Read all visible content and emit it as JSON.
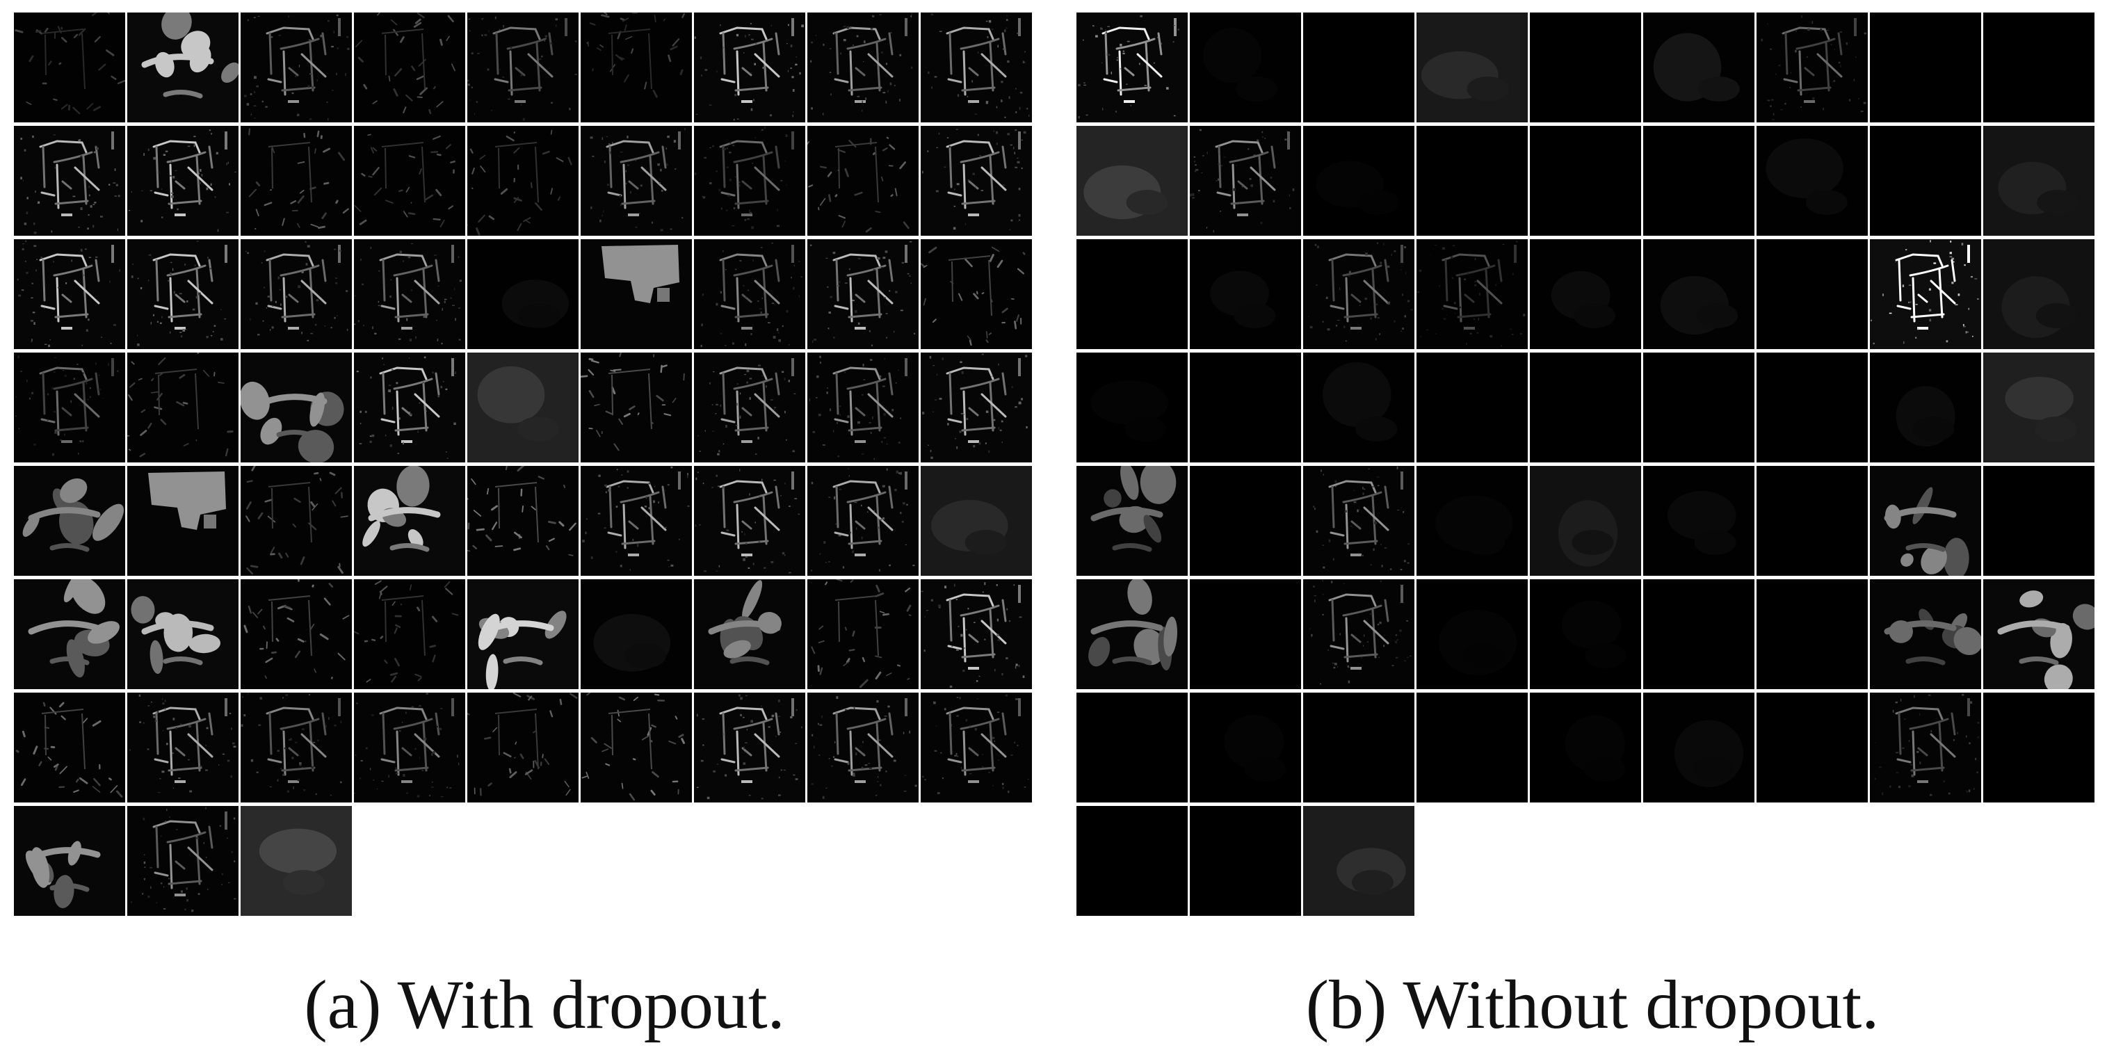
{
  "figure": {
    "background": "#ffffff",
    "grid_line_color": "#ffffff",
    "panels": [
      {
        "id": "a",
        "caption": "(a) With dropout.",
        "columns": 9,
        "tiles": [
          {
            "b": 0.1,
            "s": "edges"
          },
          {
            "b": 0.3,
            "s": "blob"
          },
          {
            "b": 0.22,
            "s": "chair"
          },
          {
            "b": 0.12,
            "s": "edges"
          },
          {
            "b": 0.18,
            "s": "chair"
          },
          {
            "b": 0.1,
            "s": "edges"
          },
          {
            "b": 0.3,
            "s": "chair"
          },
          {
            "b": 0.24,
            "s": "chair"
          },
          {
            "b": 0.26,
            "s": "chair"
          },
          {
            "b": 0.28,
            "s": "chair"
          },
          {
            "b": 0.3,
            "s": "chair"
          },
          {
            "b": 0.14,
            "s": "edges"
          },
          {
            "b": 0.12,
            "s": "edges"
          },
          {
            "b": 0.12,
            "s": "edges"
          },
          {
            "b": 0.24,
            "s": "chair"
          },
          {
            "b": 0.16,
            "s": "chair"
          },
          {
            "b": 0.14,
            "s": "edges"
          },
          {
            "b": 0.28,
            "s": "chair"
          },
          {
            "b": 0.3,
            "s": "chair"
          },
          {
            "b": 0.3,
            "s": "chair"
          },
          {
            "b": 0.26,
            "s": "chair"
          },
          {
            "b": 0.24,
            "s": "chair"
          },
          {
            "b": 0.06,
            "s": "faint"
          },
          {
            "b": 0.26,
            "s": "patch"
          },
          {
            "b": 0.2,
            "s": "chair"
          },
          {
            "b": 0.28,
            "s": "chair"
          },
          {
            "b": 0.16,
            "s": "edges"
          },
          {
            "b": 0.16,
            "s": "chair"
          },
          {
            "b": 0.14,
            "s": "edges"
          },
          {
            "b": 0.22,
            "s": "blob"
          },
          {
            "b": 0.3,
            "s": "chair"
          },
          {
            "b": 0.24,
            "s": "smooth"
          },
          {
            "b": 0.18,
            "s": "edges"
          },
          {
            "b": 0.24,
            "s": "chair"
          },
          {
            "b": 0.22,
            "s": "chair"
          },
          {
            "b": 0.28,
            "s": "chair"
          },
          {
            "b": 0.2,
            "s": "blob"
          },
          {
            "b": 0.26,
            "s": "patch"
          },
          {
            "b": 0.14,
            "s": "edges"
          },
          {
            "b": 0.3,
            "s": "blob"
          },
          {
            "b": 0.18,
            "s": "edges"
          },
          {
            "b": 0.26,
            "s": "chair"
          },
          {
            "b": 0.28,
            "s": "chair"
          },
          {
            "b": 0.26,
            "s": "chair"
          },
          {
            "b": 0.18,
            "s": "smooth"
          },
          {
            "b": 0.22,
            "s": "blob"
          },
          {
            "b": 0.28,
            "s": "blob"
          },
          {
            "b": 0.16,
            "s": "edges"
          },
          {
            "b": 0.12,
            "s": "edges"
          },
          {
            "b": 0.32,
            "s": "blob"
          },
          {
            "b": 0.08,
            "s": "faint"
          },
          {
            "b": 0.2,
            "s": "blob"
          },
          {
            "b": 0.16,
            "s": "edges"
          },
          {
            "b": 0.3,
            "s": "chair"
          },
          {
            "b": 0.16,
            "s": "edges"
          },
          {
            "b": 0.26,
            "s": "chair"
          },
          {
            "b": 0.2,
            "s": "chair"
          },
          {
            "b": 0.2,
            "s": "chair"
          },
          {
            "b": 0.14,
            "s": "edges"
          },
          {
            "b": 0.18,
            "s": "edges"
          },
          {
            "b": 0.28,
            "s": "chair"
          },
          {
            "b": 0.24,
            "s": "chair"
          },
          {
            "b": 0.22,
            "s": "chair"
          },
          {
            "b": 0.22,
            "s": "blob"
          },
          {
            "b": 0.22,
            "s": "chair"
          },
          {
            "b": 0.3,
            "s": "smooth"
          }
        ]
      },
      {
        "id": "b",
        "caption": "(b) Without dropout.",
        "columns": 9,
        "tiles": [
          {
            "b": 0.36,
            "s": "chair"
          },
          {
            "b": 0.03,
            "s": "faint"
          },
          {
            "b": 0.0,
            "s": "dark"
          },
          {
            "b": 0.18,
            "s": "smooth"
          },
          {
            "b": 0.0,
            "s": "dark"
          },
          {
            "b": 0.12,
            "s": "faint"
          },
          {
            "b": 0.16,
            "s": "chair"
          },
          {
            "b": 0.0,
            "s": "dark"
          },
          {
            "b": 0.0,
            "s": "dark"
          },
          {
            "b": 0.26,
            "s": "smooth"
          },
          {
            "b": 0.22,
            "s": "chair"
          },
          {
            "b": 0.02,
            "s": "faint"
          },
          {
            "b": 0.0,
            "s": "dark"
          },
          {
            "b": 0.0,
            "s": "dark"
          },
          {
            "b": 0.0,
            "s": "dark"
          },
          {
            "b": 0.06,
            "s": "faint"
          },
          {
            "b": 0.0,
            "s": "dark"
          },
          {
            "b": 0.14,
            "s": "smooth"
          },
          {
            "b": 0.0,
            "s": "dark"
          },
          {
            "b": 0.05,
            "s": "faint"
          },
          {
            "b": 0.18,
            "s": "chair"
          },
          {
            "b": 0.12,
            "s": "chair"
          },
          {
            "b": 0.06,
            "s": "faint"
          },
          {
            "b": 0.08,
            "s": "faint"
          },
          {
            "b": 0.0,
            "s": "dark"
          },
          {
            "b": 0.62,
            "s": "chair"
          },
          {
            "b": 0.12,
            "s": "smooth"
          },
          {
            "b": 0.02,
            "s": "faint"
          },
          {
            "b": 0.0,
            "s": "dark"
          },
          {
            "b": 0.06,
            "s": "faint"
          },
          {
            "b": 0.0,
            "s": "dark"
          },
          {
            "b": 0.0,
            "s": "dark"
          },
          {
            "b": 0.0,
            "s": "dark"
          },
          {
            "b": 0.0,
            "s": "dark"
          },
          {
            "b": 0.06,
            "s": "faint"
          },
          {
            "b": 0.22,
            "s": "smooth"
          },
          {
            "b": 0.16,
            "s": "blob"
          },
          {
            "b": 0.0,
            "s": "dark"
          },
          {
            "b": 0.22,
            "s": "chair"
          },
          {
            "b": 0.03,
            "s": "faint"
          },
          {
            "b": 0.12,
            "s": "smooth"
          },
          {
            "b": 0.05,
            "s": "faint"
          },
          {
            "b": 0.0,
            "s": "dark"
          },
          {
            "b": 0.2,
            "s": "blob"
          },
          {
            "b": 0.0,
            "s": "dark"
          },
          {
            "b": 0.18,
            "s": "blob"
          },
          {
            "b": 0.0,
            "s": "dark"
          },
          {
            "b": 0.22,
            "s": "chair"
          },
          {
            "b": 0.02,
            "s": "faint"
          },
          {
            "b": 0.02,
            "s": "faint"
          },
          {
            "b": 0.0,
            "s": "dark"
          },
          {
            "b": 0.0,
            "s": "dark"
          },
          {
            "b": 0.16,
            "s": "blob"
          },
          {
            "b": 0.26,
            "s": "blob"
          },
          {
            "b": 0.0,
            "s": "dark"
          },
          {
            "b": 0.02,
            "s": "faint"
          },
          {
            "b": 0.0,
            "s": "dark"
          },
          {
            "b": 0.0,
            "s": "dark"
          },
          {
            "b": 0.02,
            "s": "faint"
          },
          {
            "b": 0.05,
            "s": "faint"
          },
          {
            "b": 0.0,
            "s": "dark"
          },
          {
            "b": 0.18,
            "s": "chair"
          },
          {
            "b": 0.0,
            "s": "dark"
          },
          {
            "b": 0.0,
            "s": "dark"
          },
          {
            "b": 0.0,
            "s": "dark"
          },
          {
            "b": 0.2,
            "s": "smooth"
          }
        ]
      }
    ]
  }
}
